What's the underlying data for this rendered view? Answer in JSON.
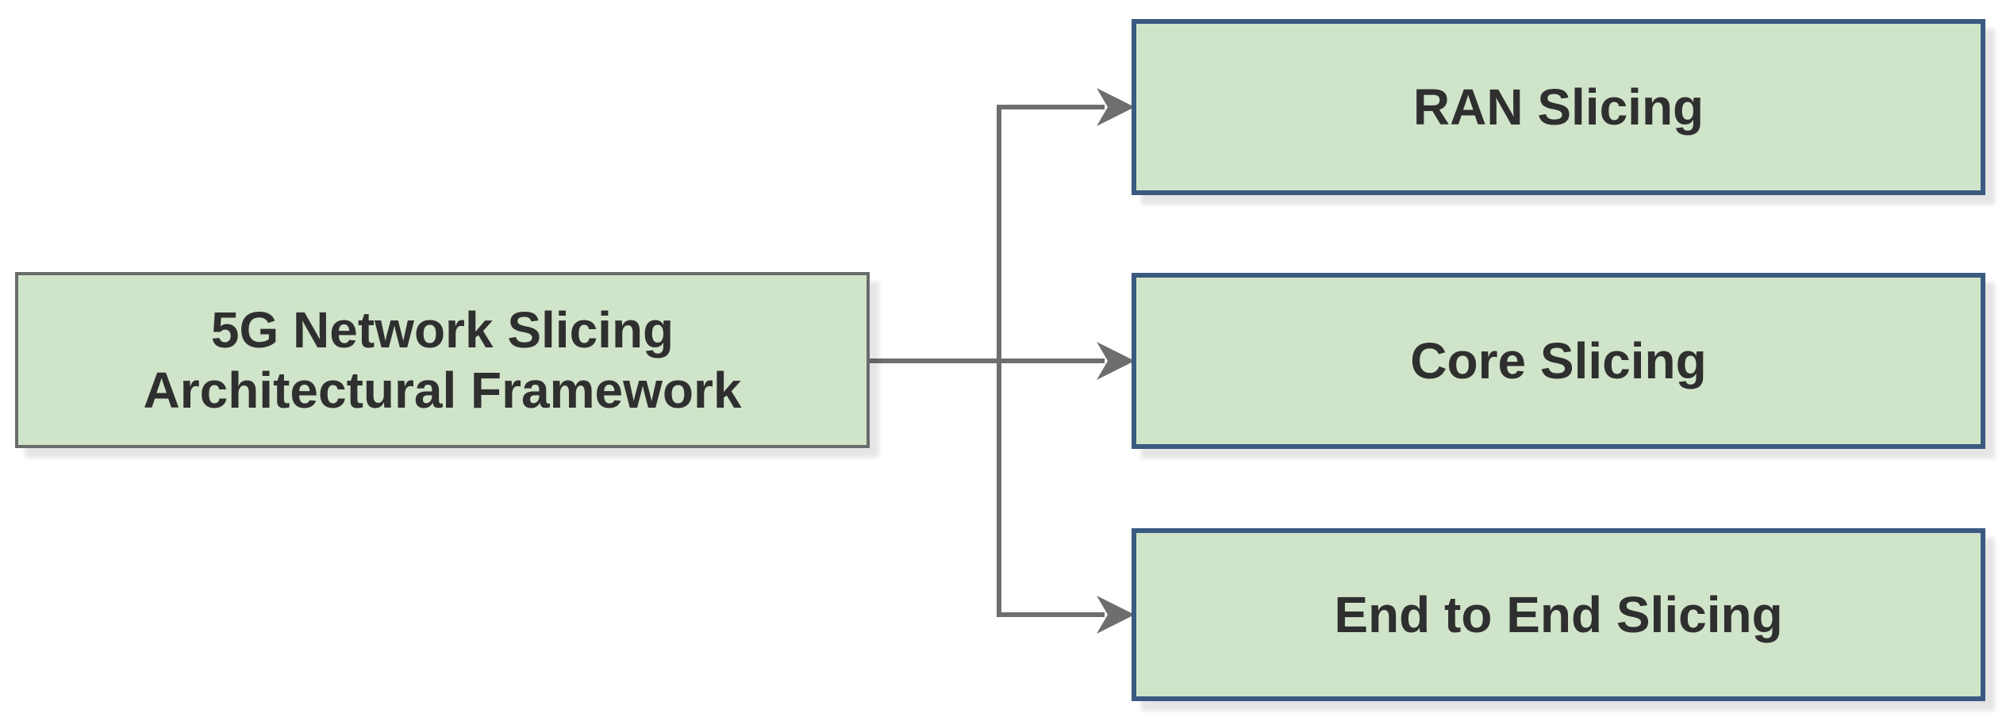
{
  "diagram": {
    "root": {
      "label_line1": "5G Network Slicing",
      "label_line2": "Architectural Framework"
    },
    "children": [
      {
        "label": "RAN Slicing"
      },
      {
        "label": "Core Slicing"
      },
      {
        "label": "End to End Slicing"
      }
    ],
    "colors": {
      "fill": "#d0e4c9",
      "root_border": "#6b6b6b",
      "child_border": "#3a5a81",
      "connector": "#6e6e6e",
      "text": "#2f2f2f"
    }
  }
}
